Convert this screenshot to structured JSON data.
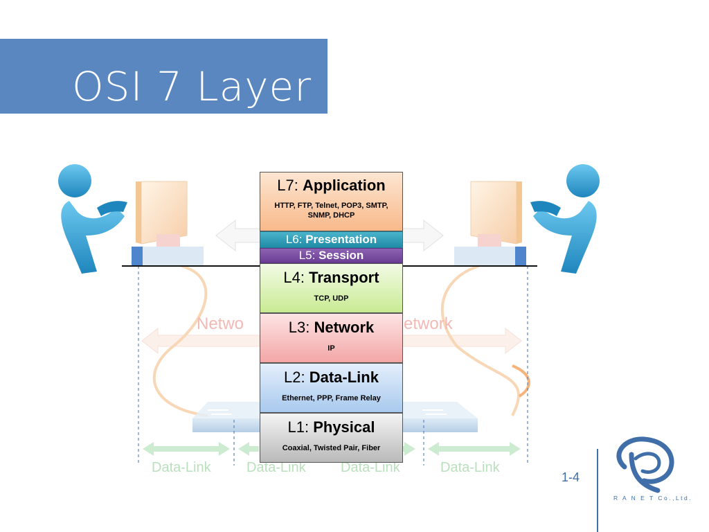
{
  "slide": {
    "title": "OSI 7 Layer",
    "page_number": "1-4",
    "logo_text": "R A N E T Co.,Ltd."
  },
  "layers": {
    "l7": {
      "num": "L7: ",
      "name": "Application",
      "protocols": "HTTP, FTP, Telnet, POP3, SMTP, SNMP, DHCP"
    },
    "l6": {
      "num": "L6: ",
      "name": "Presentation"
    },
    "l5": {
      "num": "L5: ",
      "name": "Session"
    },
    "l4": {
      "num": "L4: ",
      "name": "Transport",
      "protocols": "TCP, UDP"
    },
    "l3": {
      "num": "L3: ",
      "name": "Network",
      "protocols": "IP"
    },
    "l2": {
      "num": "L2: ",
      "name": "Data-Link",
      "protocols": "Ethernet, PPP, Frame Relay"
    },
    "l1": {
      "num": "L1: ",
      "name": "Physical",
      "protocols": "Coaxial, Twisted Pair, Fiber"
    }
  },
  "background": {
    "network_left": "Netwo",
    "network_right": "etwork",
    "data_link_labels": [
      "Data-Link",
      "Data-Link",
      "Data-Link",
      "Data-Link"
    ]
  },
  "colors": {
    "title_band": "#5b87c0",
    "accent_blue": "#3f6ea8",
    "person_blue": "#2a9fd0"
  },
  "icons": [
    "user-icon",
    "computer-icon",
    "network-switch-icon",
    "ranet-logo-icon"
  ]
}
